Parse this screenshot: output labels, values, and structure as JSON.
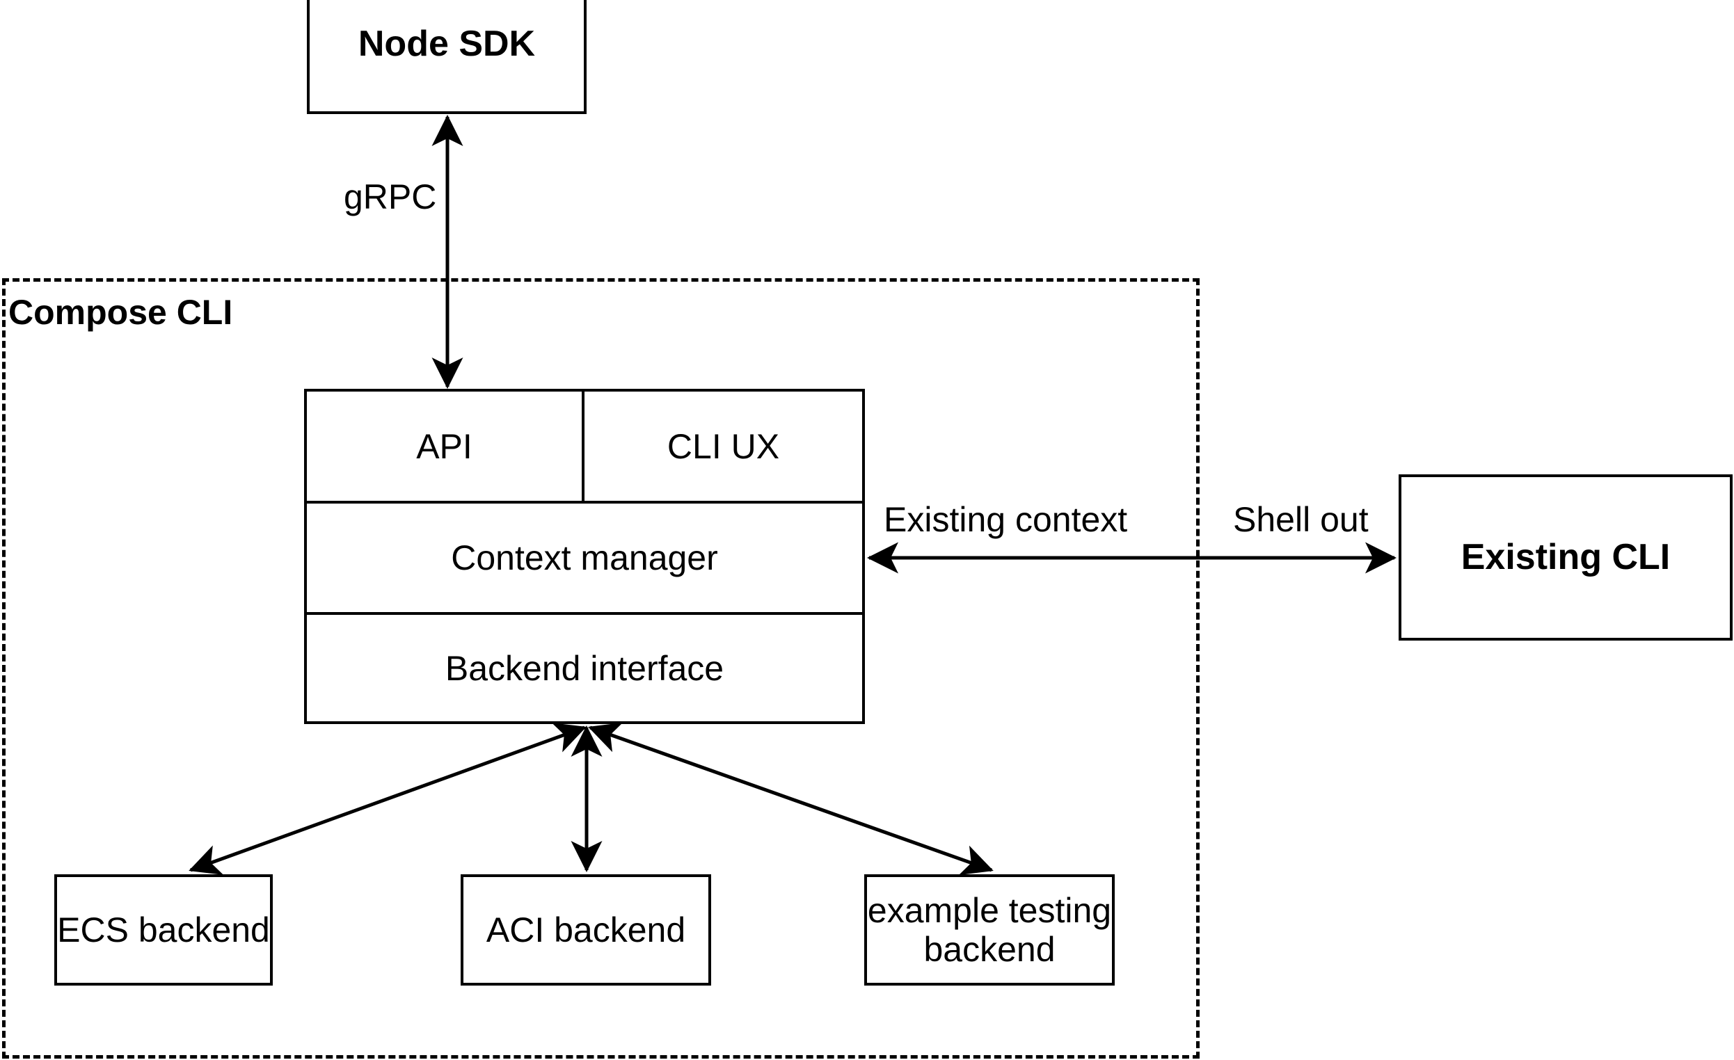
{
  "diagram": {
    "title_group": "Compose CLI",
    "nodes": {
      "node_sdk": {
        "label": "Node SDK"
      },
      "existing_cli": {
        "label": "Existing CLI"
      },
      "api": {
        "label": "API"
      },
      "cli_ux": {
        "label": "CLI UX"
      },
      "context_manager": {
        "label": "Context manager"
      },
      "backend_interface": {
        "label": "Backend interface"
      },
      "ecs_backend": {
        "label": "ECS backend"
      },
      "aci_backend": {
        "label": "ACI backend"
      },
      "example_testing_backend_line1": {
        "label": "example testing"
      },
      "example_testing_backend_line2": {
        "label": "backend"
      }
    },
    "edges": {
      "grpc": {
        "label": "gRPC"
      },
      "existing_context": {
        "label": "Existing context"
      },
      "shell_out": {
        "label": "Shell out"
      }
    },
    "colors": {
      "stroke": "#000000",
      "fill": "#ffffff",
      "text": "#000000"
    }
  }
}
